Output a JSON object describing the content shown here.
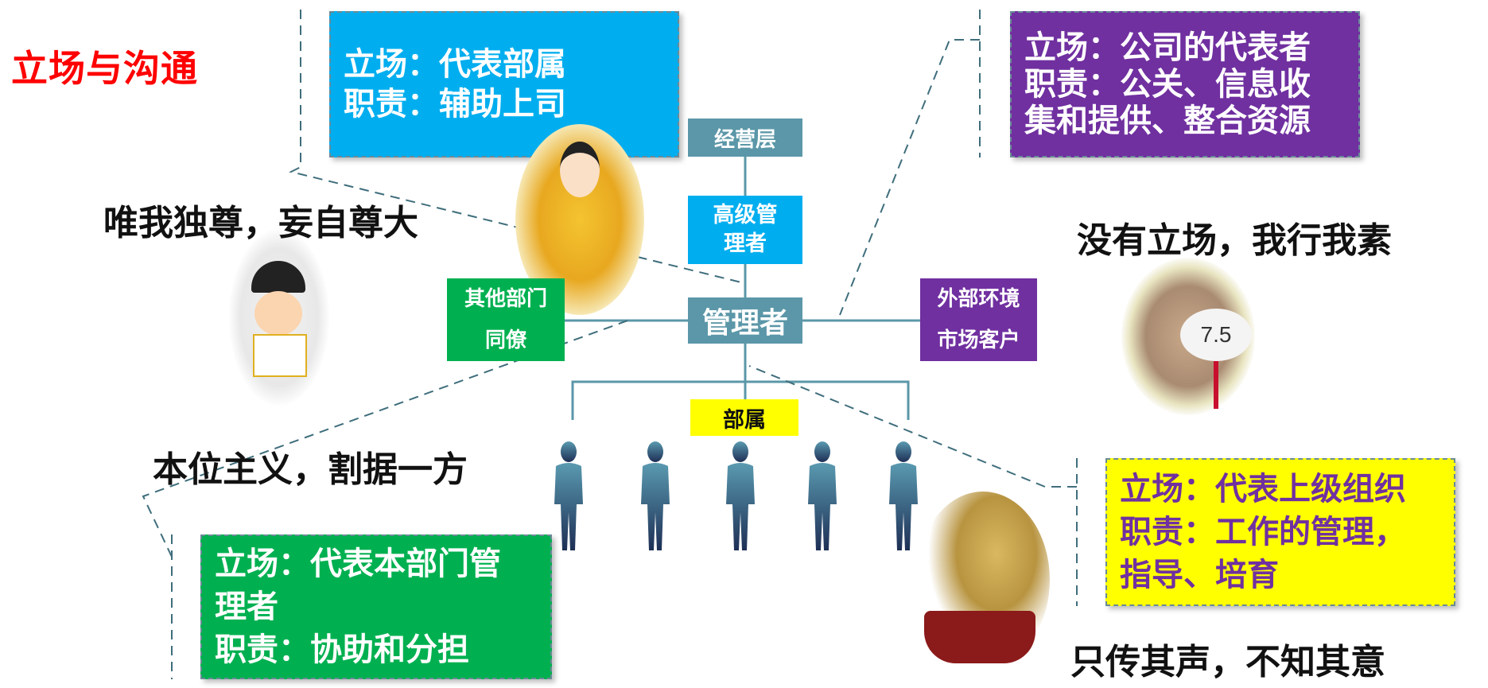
{
  "title": "立场与沟通",
  "boxes": {
    "blue": {
      "line1": "立场：代表部属",
      "line2": "职责：辅助上司",
      "color": "#00aeef"
    },
    "purple": {
      "line1": "立场：公司的代表者",
      "line2": "职责：公关、信息收",
      "line3": "集和提供、整合资源",
      "color": "#7030a0"
    },
    "yellow": {
      "line1": "立场：代表上级组织",
      "line2": "职责：工作的管理，",
      "line3": "指导、培育",
      "color": "#ffff00",
      "text_color": "#7030a0"
    },
    "green": {
      "line1": "立场：代表本部门管",
      "line2": "理者",
      "line3": "职责：协助和分担",
      "color": "#00b050"
    }
  },
  "org": {
    "top": "经营层",
    "senior": {
      "line1": "高级管",
      "line2": "理者"
    },
    "manager": "管理者",
    "peers": {
      "line1": "其他部门",
      "line2": "同僚"
    },
    "external": {
      "line1": "外部环境",
      "line2": "市场客户"
    },
    "subordinates": "部属",
    "colors": {
      "teal": "#5b97a8",
      "blue": "#00aeef",
      "green": "#00b050",
      "purple": "#7030a0",
      "yellow": "#ffff00"
    }
  },
  "slogans": {
    "arrogant": "唯我独尊，妄自尊大",
    "no_stance": "没有立场，我行我素",
    "departmentalism": "本位主义，割据一方",
    "mouthpiece": "只传其声，不知其意"
  },
  "photo_sign": "7.5"
}
